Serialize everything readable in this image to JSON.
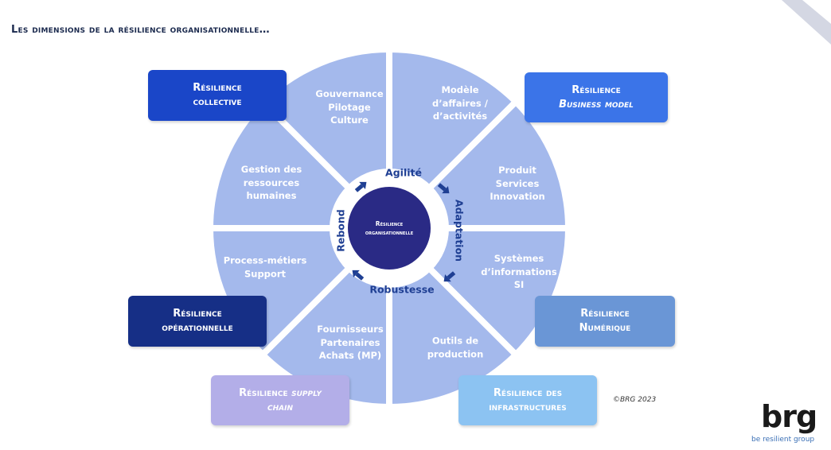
{
  "title": "Les dimensions de la résilience organisationnelle…",
  "center": "Résilience\norganisationnelle",
  "ring": {
    "top": "Agilité",
    "right": "Adaptation",
    "bottom": "Robustesse",
    "left": "Rebond"
  },
  "segments": [
    "Modèle\nd’affaires /\nd’activités",
    "Produit\nServices\nInnovation",
    "Systèmes\nd’informations\nSI",
    "Outils de\nproduction",
    "Fournisseurs\nPartenaires\nAchats (MP)",
    "Process-métiers\nSupport",
    "Gestion des\nressources\nhumaines",
    "Gouvernance\nPilotage\nCulture"
  ],
  "cards": {
    "collective": {
      "line1": "Résilience",
      "line2": "collective"
    },
    "business": {
      "line1": "Résilience",
      "line2": "Business model"
    },
    "operationnelle": {
      "line1": "Résilience",
      "line2": "opérationnelle"
    },
    "numerique": {
      "line1": "Résilience",
      "line2": "Numérique"
    },
    "supply": {
      "line1a": "Résilience ",
      "line1b": "supply",
      "line2": "chain"
    },
    "infra": {
      "line1": "Résilience des",
      "line2": "infrastructures"
    }
  },
  "copyright": "©BRG 2023",
  "logo": {
    "main": "brg",
    "sub": "be resilient group"
  },
  "colors": {
    "segment": "#a4b9ec",
    "center": "#2a2a85",
    "ring_text": "#1f3f93",
    "collective": "#1a46c8",
    "business": "#3b74e8",
    "operationnelle": "#162f86",
    "numerique": "#6a96d6",
    "supply": "#b3aee8",
    "infra": "#8cc3f2"
  }
}
